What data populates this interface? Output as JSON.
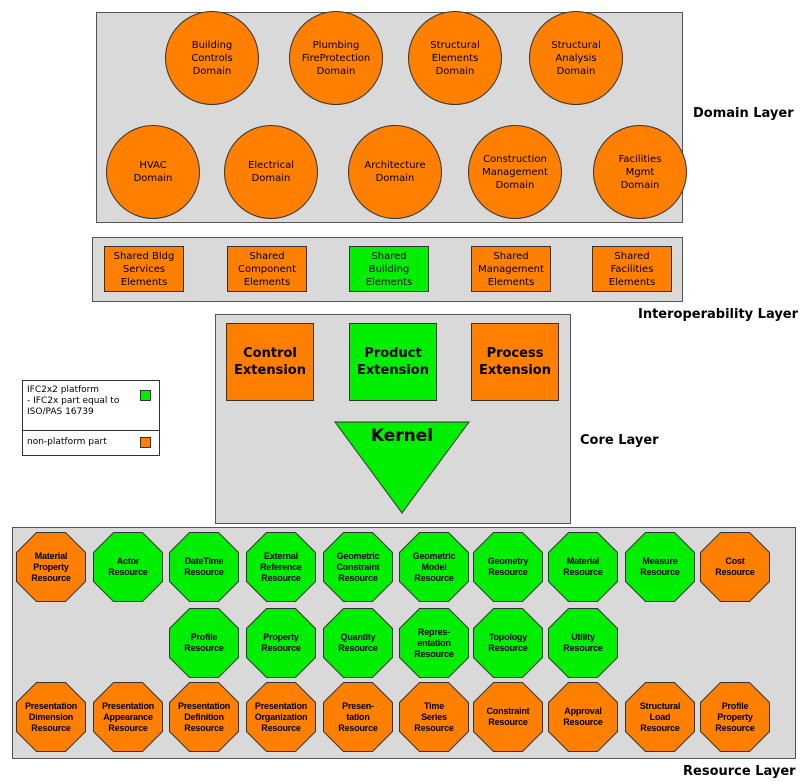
{
  "colors": {
    "platform": "#00ee00",
    "non_platform": "#ff7f00",
    "panel": "#d9d9d9"
  },
  "layers": {
    "domain": "Domain Layer",
    "interoperability": "Interoperability Layer",
    "core": "Core Layer",
    "resource": "Resource Layer"
  },
  "domain_row1": [
    {
      "label": "Building\nControls\nDomain",
      "kind": "non_platform"
    },
    {
      "label": "Plumbing\nFireProtection\nDomain",
      "kind": "non_platform"
    },
    {
      "label": "Structural\nElements\nDomain",
      "kind": "non_platform"
    },
    {
      "label": "Structural\nAnalysis\nDomain",
      "kind": "non_platform"
    }
  ],
  "domain_row2": [
    {
      "label": "HVAC\nDomain",
      "kind": "non_platform"
    },
    {
      "label": "Electrical\nDomain",
      "kind": "non_platform"
    },
    {
      "label": "Architecture\nDomain",
      "kind": "non_platform"
    },
    {
      "label": "Construction\nManagement\nDomain",
      "kind": "non_platform"
    },
    {
      "label": "Facilities\nMgmt\nDomain",
      "kind": "non_platform"
    }
  ],
  "shared": [
    {
      "label": "Shared Bldg\nServices\nElements",
      "kind": "non_platform"
    },
    {
      "label": "Shared\nComponent\nElements",
      "kind": "non_platform"
    },
    {
      "label": "Shared\nBuilding\nElements",
      "kind": "platform"
    },
    {
      "label": "Shared\nManagement\nElements",
      "kind": "non_platform"
    },
    {
      "label": "Shared\nFacilities\nElements",
      "kind": "non_platform"
    }
  ],
  "core": {
    "extensions": [
      {
        "label": "Control\nExtension",
        "kind": "non_platform"
      },
      {
        "label": "Product\nExtension",
        "kind": "platform"
      },
      {
        "label": "Process\nExtension",
        "kind": "non_platform"
      }
    ],
    "kernel": "Kernel"
  },
  "legend": {
    "platform": "IFC2x2 platform\n- IFC2x part equal to\n  ISO/PAS 16739",
    "non_platform": "non-platform part"
  },
  "resource_row1": [
    {
      "label": "Material\nProperty\nResource",
      "kind": "non_platform"
    },
    {
      "label": "Actor\nResource",
      "kind": "platform"
    },
    {
      "label": "DateTime\nResource",
      "kind": "platform"
    },
    {
      "label": "External\nReference\nResource",
      "kind": "platform"
    },
    {
      "label": "Geometric\nConstraint\nResource",
      "kind": "platform"
    },
    {
      "label": "Geometric\nModel\nResource",
      "kind": "platform"
    },
    {
      "label": "Geometry\nResource",
      "kind": "platform"
    },
    {
      "label": "Material\nResource",
      "kind": "platform"
    },
    {
      "label": "Measure\nResource",
      "kind": "platform"
    },
    {
      "label": "Cost\nResource",
      "kind": "non_platform"
    }
  ],
  "resource_row2": [
    {
      "label": "Profile\nResource",
      "kind": "platform"
    },
    {
      "label": "Property\nResource",
      "kind": "platform"
    },
    {
      "label": "Quantity\nResource",
      "kind": "platform"
    },
    {
      "label": "Repres-\nentation\nResource",
      "kind": "platform"
    },
    {
      "label": "Topology\nResource",
      "kind": "platform"
    },
    {
      "label": "Utility\nResource",
      "kind": "platform"
    }
  ],
  "resource_row3": [
    {
      "label": "Presentation\nDimension\nResource",
      "kind": "non_platform"
    },
    {
      "label": "Presentation\nAppearance\nResource",
      "kind": "non_platform"
    },
    {
      "label": "Presentation\nDefinition\nResource",
      "kind": "non_platform"
    },
    {
      "label": "Presentation\nOrganization\nResource",
      "kind": "non_platform"
    },
    {
      "label": "Presen-\ntation\nResource",
      "kind": "non_platform"
    },
    {
      "label": "Time\nSeries\nResource",
      "kind": "non_platform"
    },
    {
      "label": "Constraint\nResource",
      "kind": "non_platform"
    },
    {
      "label": "Approval\nResource",
      "kind": "non_platform"
    },
    {
      "label": "Structural\nLoad\nResource",
      "kind": "non_platform"
    },
    {
      "label": "Profile\nProperty\nResource",
      "kind": "non_platform"
    }
  ]
}
